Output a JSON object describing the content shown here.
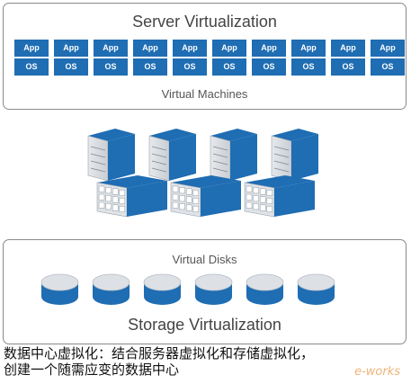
{
  "server_virtualization": {
    "title": "Server Virtualization",
    "subtitle": "Virtual Machines",
    "vm_count": 10,
    "vm_app_label": "App",
    "vm_os_label": "OS"
  },
  "hardware": {
    "server_count": 4,
    "storage_array_count": 3
  },
  "storage_virtualization": {
    "title": "Storage Virtualization",
    "subtitle": "Virtual Disks",
    "disk_count": 6
  },
  "caption": {
    "line1": "数据中心虚拟化：结合服务器虚拟化和存储虚拟化，",
    "line2": "创建一个随需应变的数据中心"
  },
  "watermark": "e-works",
  "colors": {
    "accent_blue": "#1f6db3",
    "light_gray": "#d9dde2",
    "border_gray": "#8a8a8a"
  }
}
